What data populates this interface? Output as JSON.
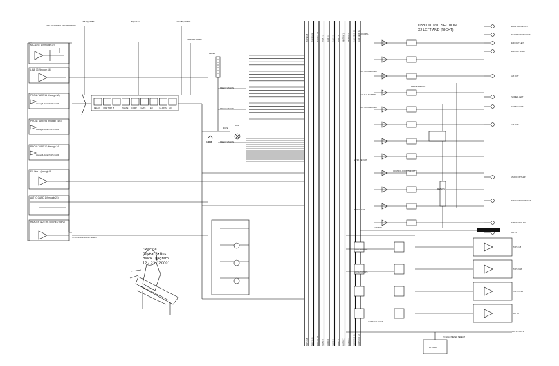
{
  "section_header": {
    "title": "DBB OUTPUT SECTION",
    "subtitle": "X2 LEFT AND (RIGHT)"
  },
  "inputs": [
    {
      "label": "MIC/LINE 1 (through 12)"
    },
    {
      "label": "LINE 13 (through 16)"
    },
    {
      "label": "PRO48 TAPE 1A (through 8A)",
      "sub": "Analog & Digital TAPE CARD"
    },
    {
      "label": "PRO48 TAPE 9B (through 16B)",
      "sub": "Analog & Digital TAPE CARD"
    },
    {
      "label": "PRO48 TAPE 17 (through 24)",
      "sub": "Analog & Digital TAPE CARD"
    },
    {
      "label": "FX Line 1 (through 8)"
    },
    {
      "label": "ALT IO CARD 1 (through 24)"
    },
    {
      "label": "HEADER & 2-TRK STEREO INPUT"
    }
  ],
  "input_annotations": {
    "analog_stereo": "ANALOG STEREO INSERT/RETURN",
    "control_room": "TO CONTROL ROOM SELECT"
  },
  "channel_strip": {
    "pre_eq_label": "PRE EQ INSERT",
    "eq_label": "EQ INPUT",
    "post_label": "POST EQ INSERT",
    "channel_label": "CHANNEL FADER",
    "blocks": [
      "DELAY",
      "PRE TRIM",
      "Ø",
      "PHASE",
      "COMP",
      "GATE",
      "EQ",
      "HI-PASS",
      "EQ"
    ]
  },
  "meter_label": "METER",
  "direct_assigns": [
    "DIRECT ASSIGN",
    "DIRECT ASSIGN",
    "DIRECT ASSIGN"
  ],
  "mute_label": "MUTE",
  "pan_label": "PAN",
  "fader_label": "FADER",
  "bus_labels": [
    "TAPE 1-8",
    "TAPE 9-16",
    "TAPE 17-24",
    "AUX 1-2",
    "AUX 3-4",
    "AUX 5-6",
    "AUX 7-8",
    "MATRIX 1",
    "MATRIX 2",
    "AUX SEND 11",
    "AUX SEND 12"
  ],
  "output_section": {
    "main_labels": [
      "SOLO/PFL",
      "AUX SOLO MASTER",
      "AUX 1-12 MASTER",
      "AUX SOLO MASTER",
      "PHONES SELECT",
      "CONTROL ROOM SELECT",
      "2 TRK RETURN",
      "METERS",
      "MONO LEVEL"
    ],
    "right_outputs": [
      {
        "label": "S/PDIF DIGITAL OUT"
      },
      {
        "label": "MIX MAIN DIGITAL OUT"
      },
      {
        "label": "MAIN OUT LEFT"
      },
      {
        "label": "MAIN OUT RIGHT"
      },
      {
        "label": "AUX OUT"
      },
      {
        "label": "PHONE 1 LEFT"
      },
      {
        "label": "PHONE 2 LEFT"
      },
      {
        "label": "AUX OUT"
      },
      {
        "label": "STUDIO OUT LEFT"
      },
      {
        "label": "MONO/SOLO OUT LEFT"
      },
      {
        "label": "MATRIX OUT LEFT"
      },
      {
        "label": "AUX 1-8"
      }
    ],
    "tape_outputs": [
      {
        "label": "TAPE 1-8"
      },
      {
        "label": "TAPE 9-16"
      },
      {
        "label": "TAPE 17-24"
      },
      {
        "label": "ALT IO"
      }
    ],
    "bottom_labels": {
      "level_to_tape": "LEVEL TO TAPE",
      "channel": "CHANNEL",
      "aux_solo": "AUX SOLO DUCT",
      "aux1_label": "AUX 1 - AUX 8",
      "solo_meter": "TO SOLO METER SELECT",
      "fx_card": "FX CARD"
    }
  },
  "annotation_note": {
    "lines": [
      "\"Mackie",
      "Digital 8•Bus",
      "Block Diagram",
      "12 / 22 / 2000\""
    ]
  }
}
